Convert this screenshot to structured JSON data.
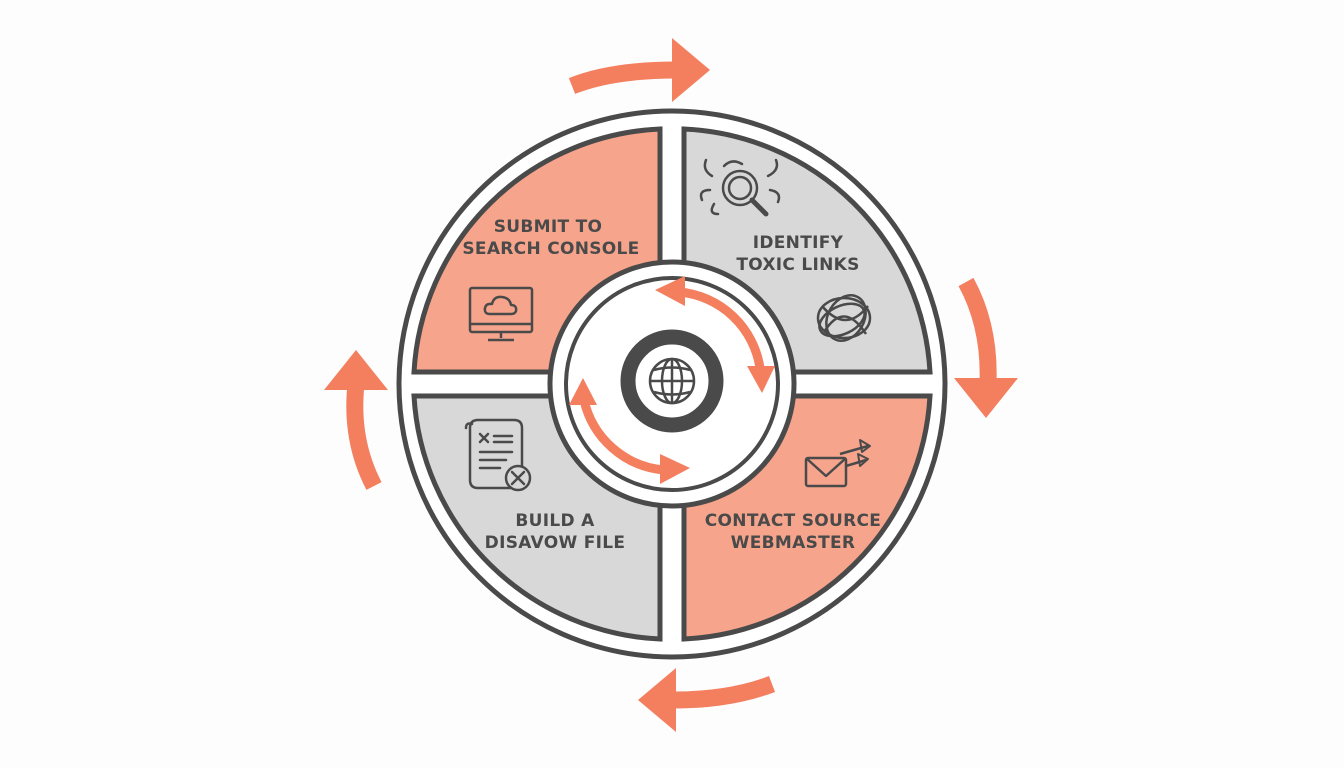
{
  "colors": {
    "background": "#fdfdfd",
    "outline": "#4a4a4a",
    "accent_arrow": "#f47f5f",
    "segment_orange": "#f6a58c",
    "segment_gray": "#d8d8d8",
    "ring_fill": "#ffffff",
    "text": "#4a4a4a"
  },
  "steps": [
    {
      "id": "identify",
      "label_lines": [
        "IDENTIFY",
        "TOXIC LINKS"
      ],
      "icons": [
        "magnifier-bug-icon",
        "tangled-links-icon"
      ],
      "fill": "gray"
    },
    {
      "id": "contact",
      "label_lines": [
        "CONTACT SOURCE",
        "WEBMASTER"
      ],
      "icons": [
        "envelope-send-icon"
      ],
      "fill": "orange"
    },
    {
      "id": "disavow",
      "label_lines": [
        "BUILD A",
        "DISAVOW FILE"
      ],
      "icons": [
        "document-reject-icon"
      ],
      "fill": "gray"
    },
    {
      "id": "submit",
      "label_lines": [
        "SUBMIT TO",
        "SEARCH CONSOLE"
      ],
      "icons": [
        "monitor-cloud-icon"
      ],
      "fill": "orange"
    }
  ],
  "hub": {
    "icon": "globe-icon",
    "cycle_icon": "cycle-arrows-icon"
  },
  "flow_direction": "clockwise"
}
